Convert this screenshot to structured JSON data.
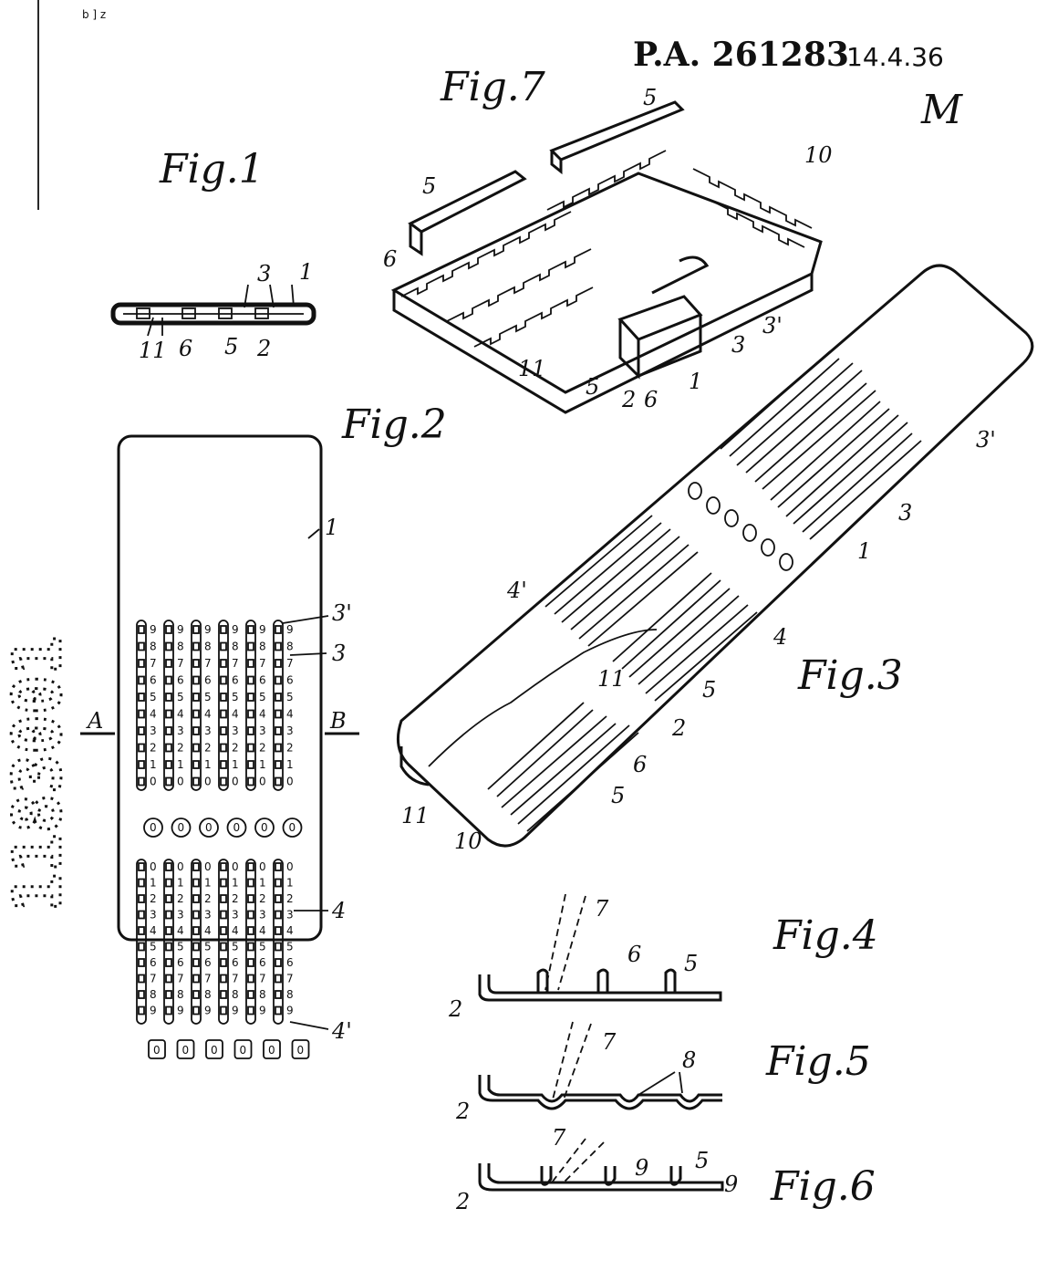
{
  "header": {
    "patent_ref": "P.A. 261283",
    "date": "14.4.36",
    "signature": "M",
    "corner_left": "b ] z"
  },
  "side_mark": "1183001",
  "figures": {
    "fig1": {
      "title": "Fig.1",
      "labels": [
        "3",
        "1",
        "11",
        "6",
        "5",
        "2"
      ]
    },
    "fig2": {
      "title": "Fig.2",
      "labels": {
        "plate": "1",
        "upper_slot_end": "3'",
        "upper_slot": "3",
        "lower_slot": "4",
        "lower_slot_end": "4'",
        "section_a": "A",
        "section_b": "B"
      },
      "upper_column_digits": [
        "9",
        "8",
        "7",
        "6",
        "5",
        "4",
        "3",
        "2",
        "1",
        "0"
      ],
      "lower_column_digits": [
        "0",
        "1",
        "2",
        "3",
        "4",
        "5",
        "6",
        "7",
        "8",
        "9"
      ],
      "columns": 6,
      "circle_windows": [
        "0",
        "0",
        "0",
        "0",
        "0",
        "0"
      ],
      "square_windows": [
        "0",
        "0",
        "0",
        "0",
        "0",
        "0"
      ]
    },
    "fig3": {
      "title": "Fig.3",
      "labels": [
        "3'",
        "3",
        "1",
        "4'",
        "4",
        "11",
        "5",
        "2",
        "6",
        "5",
        "11",
        "10"
      ]
    },
    "fig4": {
      "title": "Fig.4",
      "labels": [
        "7",
        "6",
        "5",
        "2"
      ]
    },
    "fig5": {
      "title": "Fig.5",
      "labels": [
        "7",
        "8",
        "2"
      ]
    },
    "fig6": {
      "title": "Fig.6",
      "labels": [
        "7",
        "9",
        "5",
        "9",
        "2"
      ]
    },
    "fig7": {
      "title": "Fig.7",
      "labels": [
        "5",
        "5",
        "10",
        "6",
        "3'",
        "3",
        "11",
        "5",
        "2",
        "6",
        "1"
      ]
    }
  }
}
